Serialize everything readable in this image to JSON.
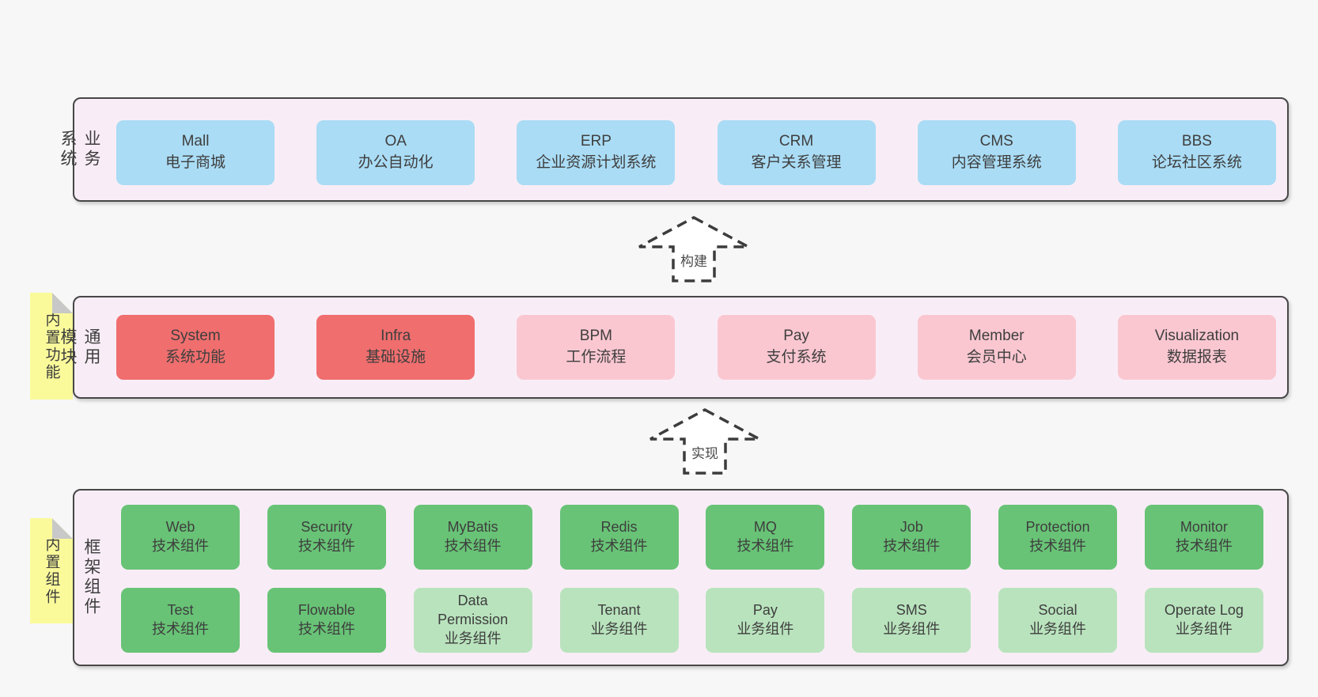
{
  "colors": {
    "page_bg": "#f7f7f7",
    "band_bg": "#f8edf6",
    "band_border": "#474747",
    "blue": "#aadcf5",
    "red": "#f06e6e",
    "pink": "#fac7d1",
    "green": "#68c376",
    "light_green": "#b9e3bd",
    "note_yellow": "#fafa9b",
    "note_fold": "#c8c8c8",
    "text": "#3d3d3d"
  },
  "arrows": [
    {
      "label": "构建"
    },
    {
      "label": "实现"
    }
  ],
  "bands": [
    {
      "label": "业务系统",
      "rows": [
        [
          {
            "en": "Mall",
            "cn": "电子商城"
          },
          {
            "en": "OA",
            "cn": "办公自动化"
          },
          {
            "en": "ERP",
            "cn": "企业资源计划系统"
          },
          {
            "en": "CRM",
            "cn": "客户关系管理"
          },
          {
            "en": "CMS",
            "cn": "内容管理系统"
          },
          {
            "en": "BBS",
            "cn": "论坛社区系统"
          }
        ]
      ]
    },
    {
      "label": "通用模块",
      "note": "内置功能",
      "rows": [
        [
          {
            "en": "System",
            "cn": "系统功能"
          },
          {
            "en": "Infra",
            "cn": "基础设施"
          },
          {
            "en": "BPM",
            "cn": "工作流程"
          },
          {
            "en": "Pay",
            "cn": "支付系统"
          },
          {
            "en": "Member",
            "cn": "会员中心"
          },
          {
            "en": "Visualization",
            "cn": "数据报表"
          }
        ]
      ]
    },
    {
      "label": "框架组件",
      "note": "内置组件",
      "rows": [
        [
          {
            "en": "Web",
            "cn": "技术组件"
          },
          {
            "en": "Security",
            "cn": "技术组件"
          },
          {
            "en": "MyBatis",
            "cn": "技术组件"
          },
          {
            "en": "Redis",
            "cn": "技术组件"
          },
          {
            "en": "MQ",
            "cn": "技术组件"
          },
          {
            "en": "Job",
            "cn": "技术组件"
          },
          {
            "en": "Protection",
            "cn": "技术组件"
          },
          {
            "en": "Monitor",
            "cn": "技术组件"
          }
        ],
        [
          {
            "en": "Test",
            "cn": "技术组件"
          },
          {
            "en": "Flowable",
            "cn": "技术组件"
          },
          {
            "en": "Data Permission",
            "cn": "业务组件"
          },
          {
            "en": "Tenant",
            "cn": "业务组件"
          },
          {
            "en": "Pay",
            "cn": "业务组件"
          },
          {
            "en": "SMS",
            "cn": "业务组件"
          },
          {
            "en": "Social",
            "cn": "业务组件"
          },
          {
            "en": "Operate Log",
            "cn": "业务组件"
          }
        ]
      ]
    }
  ]
}
